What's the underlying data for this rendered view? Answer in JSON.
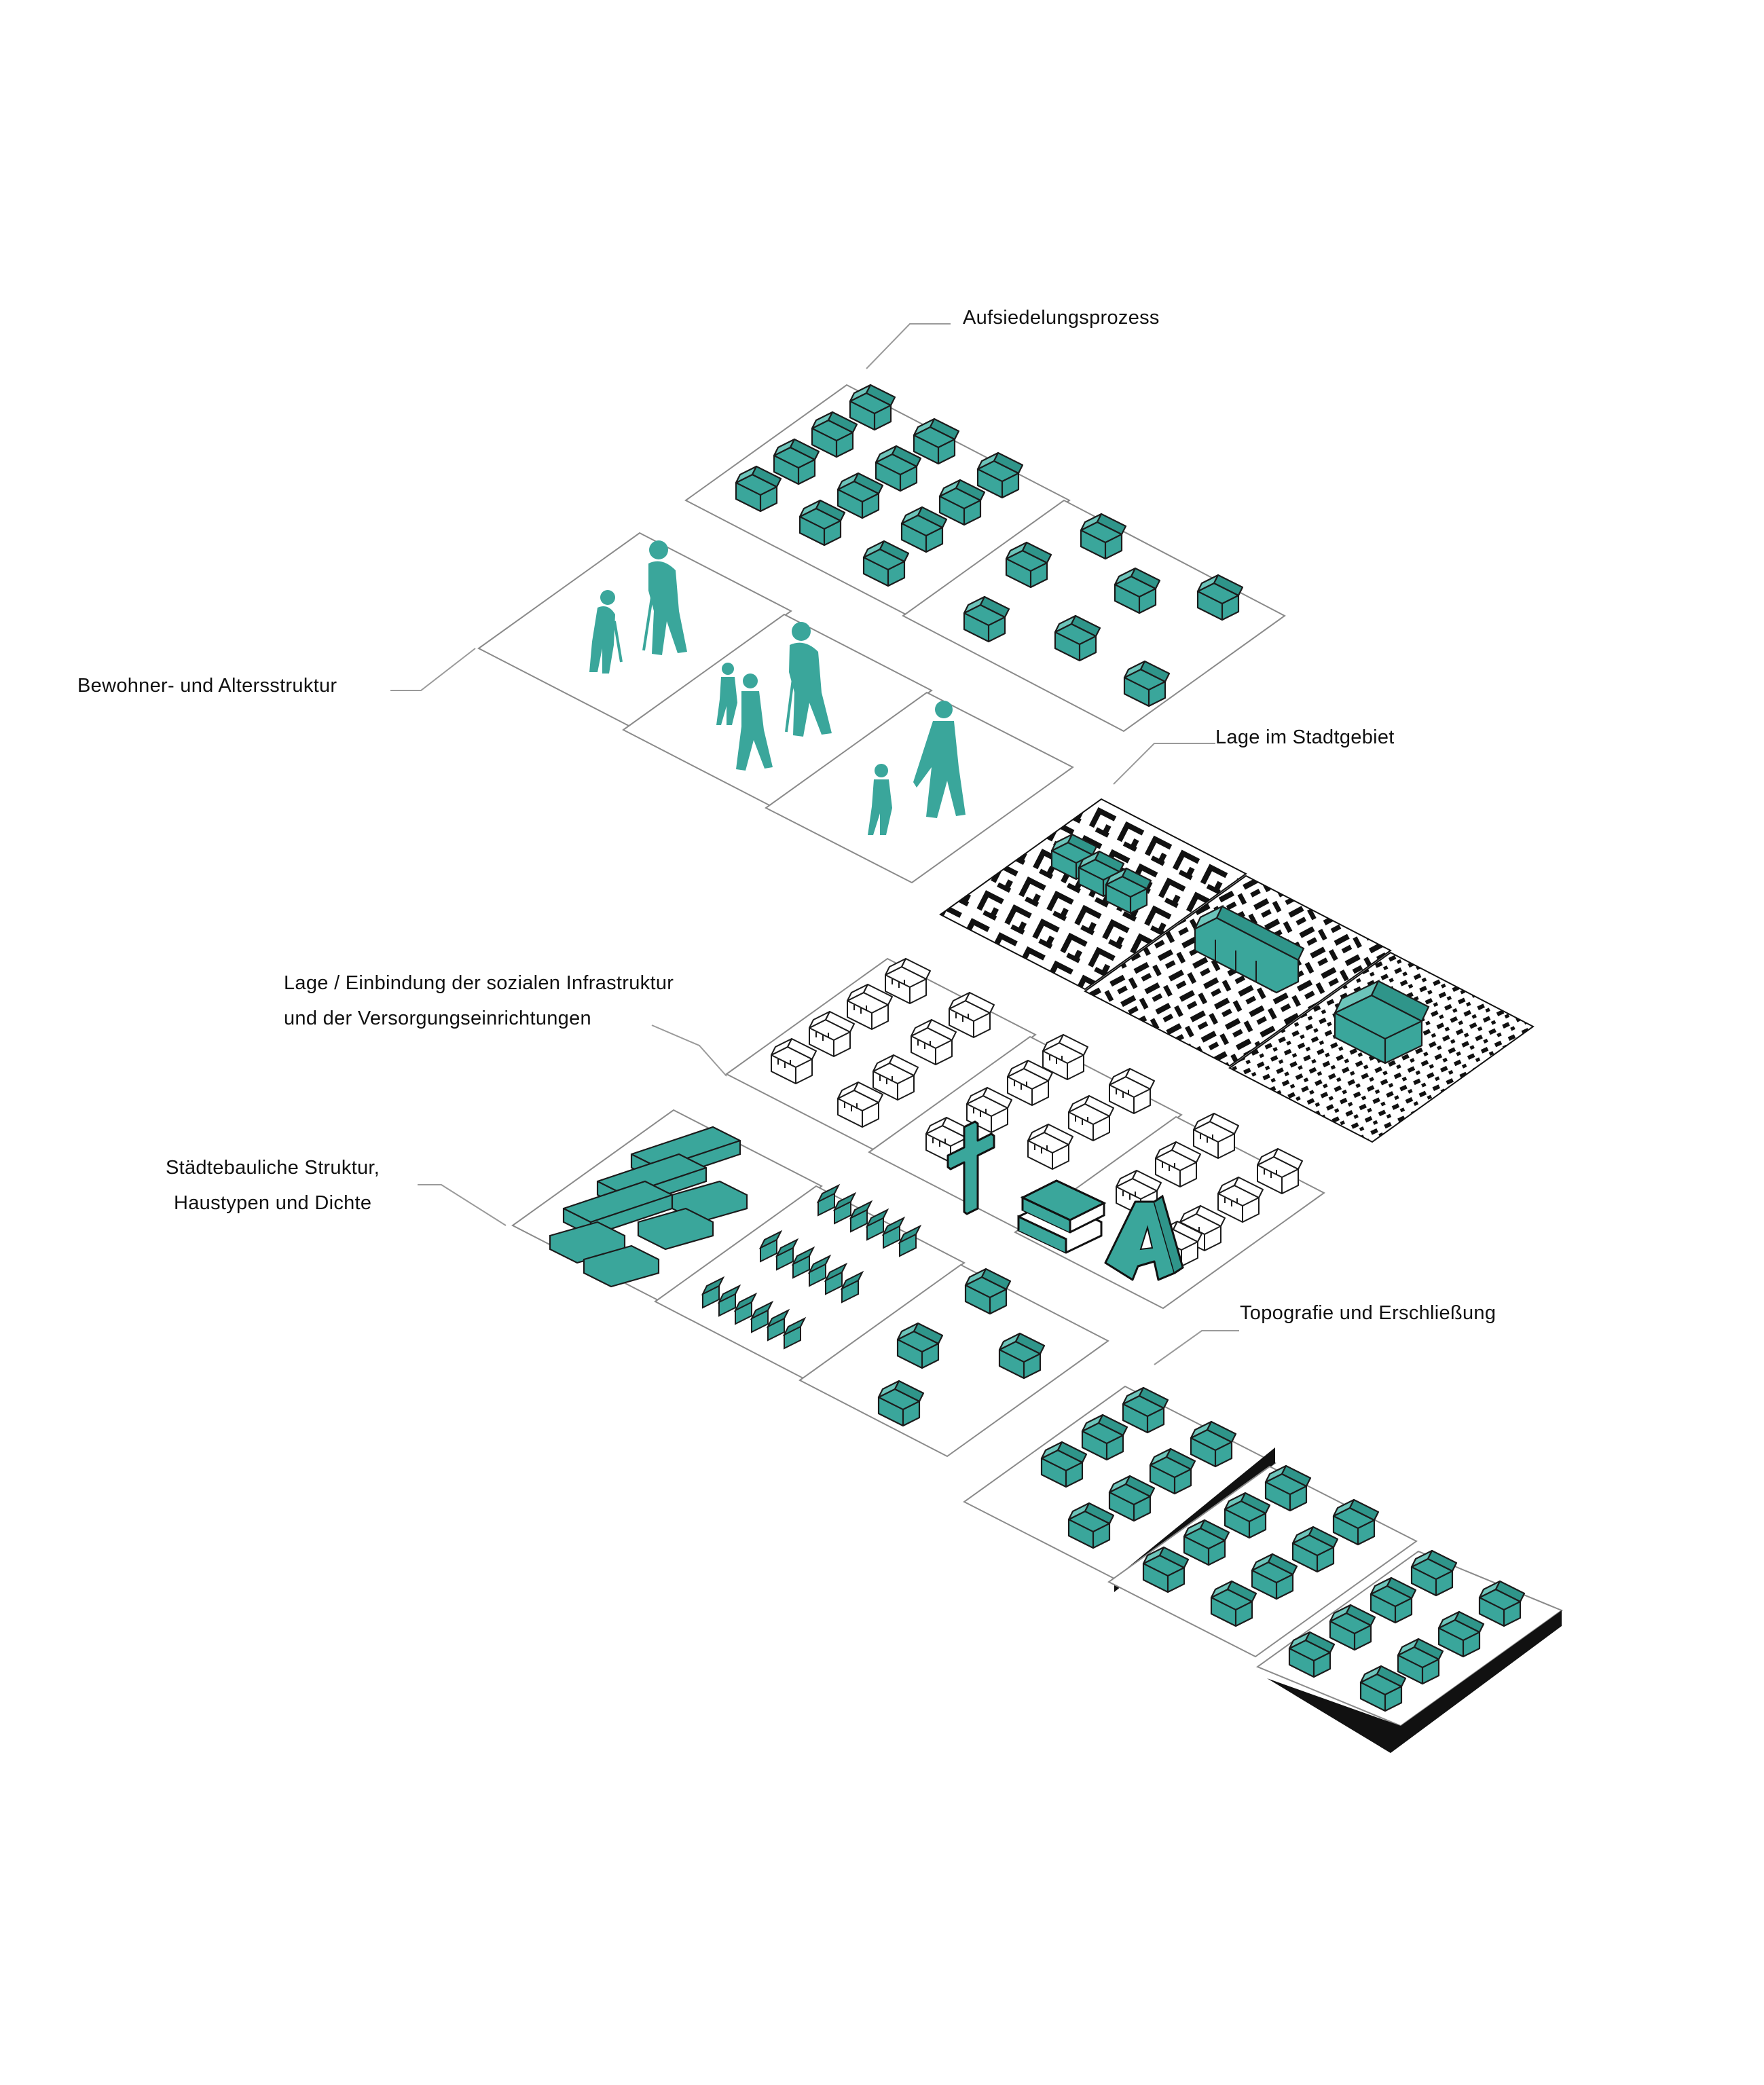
{
  "colors": {
    "accent": "#3aa69b",
    "accent_dark": "#248479",
    "line": "#222222",
    "panel_stroke": "#888888",
    "black": "#111111"
  },
  "labels": {
    "aufsiedelung": "Aufsiedelungsprozess",
    "bewohner": "Bewohner- und Altersstruktur",
    "lage_stadt": "Lage im Stadtgebiet",
    "infra_line1": "Lage / Einbindung der sozialen Infrastruktur",
    "infra_line2": "und der Versorgungseinrichtungen",
    "staedtebau_line1": "Städtebauliche Struktur,",
    "staedtebau_line2": "Haustypen und Dichte",
    "topografie": "Topografie und Erschließung"
  },
  "icons": [
    "house-icon",
    "elderly-person-icon",
    "adult-person-icon",
    "child-icon",
    "cross-icon",
    "books-icon",
    "pharmacy-icon"
  ]
}
